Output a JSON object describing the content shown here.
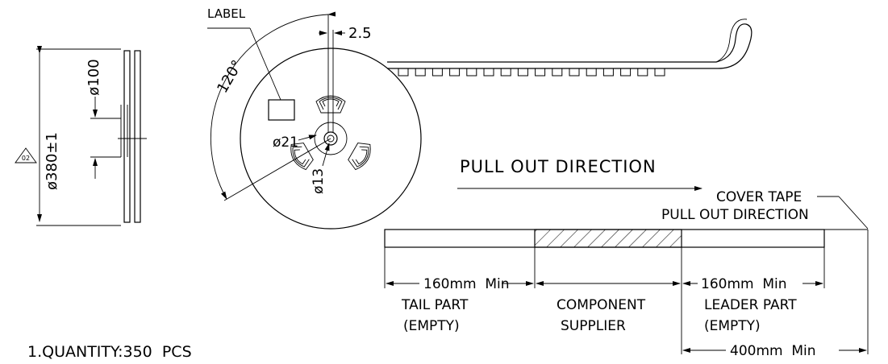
{
  "reel_side": {
    "dim_outer": "ø380±1",
    "dim_hub": "ø100",
    "revision_tag": "02"
  },
  "reel_front": {
    "label_text": "LABEL",
    "slot_width": "2.5",
    "angle": "120°",
    "dim_spindle": "ø21",
    "dim_center_hole": "ø13"
  },
  "tape": {
    "pull_direction": "PULL OUT DIRECTION",
    "cover_tape_line1": "COVER TAPE",
    "cover_tape_line2": "PULL OUT DIRECTION",
    "tail_length": "160mm  Min",
    "tail_label_1": "TAIL PART",
    "tail_label_2": "(EMPTY)",
    "component_label_1": "COMPONENT",
    "component_label_2": "SUPPLIER",
    "leader_length": "160mm  Min",
    "leader_label_1": "LEADER PART",
    "leader_label_2": "(EMPTY)",
    "total_length": "400mm  Min"
  },
  "notes": {
    "quantity": "1.QUANTITY:350  PCS"
  }
}
